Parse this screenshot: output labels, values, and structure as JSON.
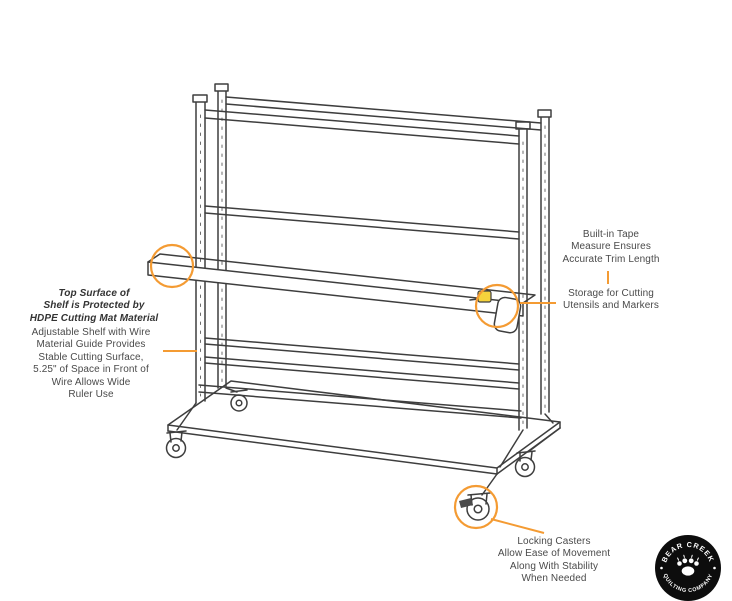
{
  "annotations": {
    "shelf_surface_bold": "Top Surface of\nShelf is Protected by\nHDPE Cutting Mat Material",
    "adjustable_shelf": "Adjustable Shelf with Wire\nMaterial Guide Provides\nStable Cutting Surface,\n5.25\" of Space in Front of\nWire Allows Wide\nRuler Use",
    "tape_measure": "Built-in Tape\nMeasure Ensures\nAccurate Trim Length",
    "storage": "Storage for Cutting\nUtensils and Markers",
    "locking_casters": "Locking Casters\nAllow Ease of Movement\nAlong With Stability\nWhen Needed"
  },
  "logo": {
    "top_text": "BEAR CREEK",
    "bottom_text": "QUILTING COMPANY"
  },
  "colors": {
    "accent-orange": "#F49B33",
    "drawing-line": "#3E3E3E",
    "text": "#4A4A4A",
    "tape-yellow": "#F6D33C",
    "logo-black": "#0D0D0D"
  }
}
